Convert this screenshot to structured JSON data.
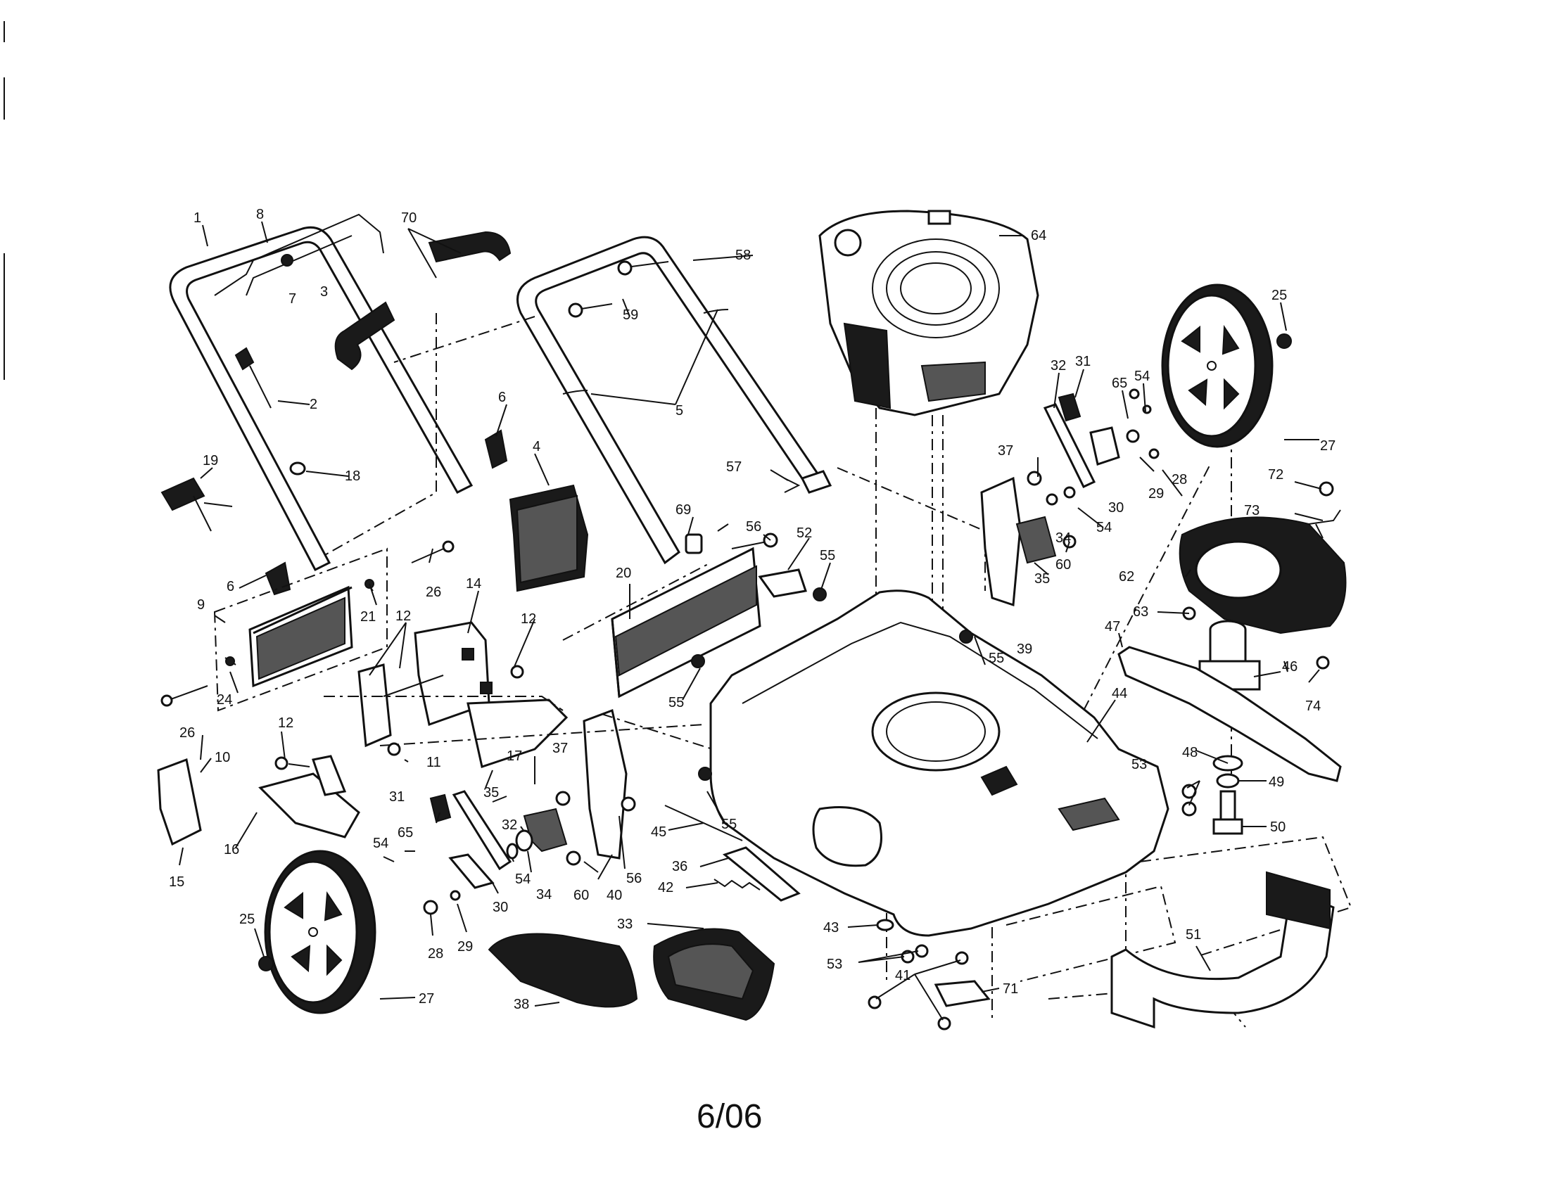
{
  "footer": {
    "date_code": "6/06"
  },
  "callouts": [
    {
      "id": "c1",
      "text": "1"
    },
    {
      "id": "c8",
      "text": "8"
    },
    {
      "id": "c70",
      "text": "70"
    },
    {
      "id": "c58",
      "text": "58"
    },
    {
      "id": "c64",
      "text": "64"
    },
    {
      "id": "c25a",
      "text": "25"
    },
    {
      "id": "c7",
      "text": "7"
    },
    {
      "id": "c3",
      "text": "3"
    },
    {
      "id": "c59",
      "text": "59"
    },
    {
      "id": "c2",
      "text": "2"
    },
    {
      "id": "c5",
      "text": "5"
    },
    {
      "id": "c6a",
      "text": "6"
    },
    {
      "id": "c32a",
      "text": "32"
    },
    {
      "id": "c31a",
      "text": "31"
    },
    {
      "id": "c65a",
      "text": "65"
    },
    {
      "id": "c54a",
      "text": "54"
    },
    {
      "id": "c27a",
      "text": "27"
    },
    {
      "id": "c19",
      "text": "19"
    },
    {
      "id": "c18",
      "text": "18"
    },
    {
      "id": "c4",
      "text": "4"
    },
    {
      "id": "c57",
      "text": "57"
    },
    {
      "id": "c37a",
      "text": "37"
    },
    {
      "id": "c28a",
      "text": "28"
    },
    {
      "id": "c29a",
      "text": "29"
    },
    {
      "id": "c30a",
      "text": "30"
    },
    {
      "id": "c54b",
      "text": "54"
    },
    {
      "id": "c72",
      "text": "72"
    },
    {
      "id": "c73",
      "text": "73"
    },
    {
      "id": "c69",
      "text": "69"
    },
    {
      "id": "c56a",
      "text": "56"
    },
    {
      "id": "c52",
      "text": "52"
    },
    {
      "id": "c34a",
      "text": "34"
    },
    {
      "id": "c6b",
      "text": "6"
    },
    {
      "id": "c26a",
      "text": "26"
    },
    {
      "id": "c55a",
      "text": "55"
    },
    {
      "id": "c60a",
      "text": "60"
    },
    {
      "id": "c62",
      "text": "62"
    },
    {
      "id": "c35a",
      "text": "35"
    },
    {
      "id": "c9",
      "text": "9"
    },
    {
      "id": "c21",
      "text": "21"
    },
    {
      "id": "c14",
      "text": "14"
    },
    {
      "id": "c20",
      "text": "20"
    },
    {
      "id": "c63",
      "text": "63"
    },
    {
      "id": "c47",
      "text": "47"
    },
    {
      "id": "c12a",
      "text": "12"
    },
    {
      "id": "c12b",
      "text": "12"
    },
    {
      "id": "c55b",
      "text": "55"
    },
    {
      "id": "c39",
      "text": "39"
    },
    {
      "id": "c46",
      "text": "46"
    },
    {
      "id": "c24",
      "text": "24"
    },
    {
      "id": "c26b",
      "text": "26"
    },
    {
      "id": "c55c",
      "text": "55"
    },
    {
      "id": "c44",
      "text": "44"
    },
    {
      "id": "c74",
      "text": "74"
    },
    {
      "id": "c12c",
      "text": "12"
    },
    {
      "id": "c17",
      "text": "17"
    },
    {
      "id": "c37b",
      "text": "37"
    },
    {
      "id": "c10",
      "text": "10"
    },
    {
      "id": "c11",
      "text": "11"
    },
    {
      "id": "c48",
      "text": "48"
    },
    {
      "id": "c53a",
      "text": "53"
    },
    {
      "id": "c49",
      "text": "49"
    },
    {
      "id": "c31b",
      "text": "31"
    },
    {
      "id": "c35b",
      "text": "35"
    },
    {
      "id": "c32b",
      "text": "32"
    },
    {
      "id": "c55d",
      "text": "55"
    },
    {
      "id": "c45",
      "text": "45"
    },
    {
      "id": "c65b",
      "text": "65"
    },
    {
      "id": "c16",
      "text": "16"
    },
    {
      "id": "c15",
      "text": "15"
    },
    {
      "id": "c54c",
      "text": "54"
    },
    {
      "id": "c34b",
      "text": "34"
    },
    {
      "id": "c54d",
      "text": "54"
    },
    {
      "id": "c56b",
      "text": "56"
    },
    {
      "id": "c36",
      "text": "36"
    },
    {
      "id": "c50",
      "text": "50"
    },
    {
      "id": "c60b",
      "text": "60"
    },
    {
      "id": "c40",
      "text": "40"
    },
    {
      "id": "c42",
      "text": "42"
    },
    {
      "id": "c30b",
      "text": "30"
    },
    {
      "id": "c28b",
      "text": "28"
    },
    {
      "id": "c29b",
      "text": "29"
    },
    {
      "id": "c25b",
      "text": "25"
    },
    {
      "id": "c33",
      "text": "33"
    },
    {
      "id": "c43",
      "text": "43"
    },
    {
      "id": "c51",
      "text": "51"
    },
    {
      "id": "c53b",
      "text": "53"
    },
    {
      "id": "c41",
      "text": "41"
    },
    {
      "id": "c71",
      "text": "71"
    },
    {
      "id": "c27b",
      "text": "27"
    },
    {
      "id": "c38",
      "text": "38"
    }
  ]
}
